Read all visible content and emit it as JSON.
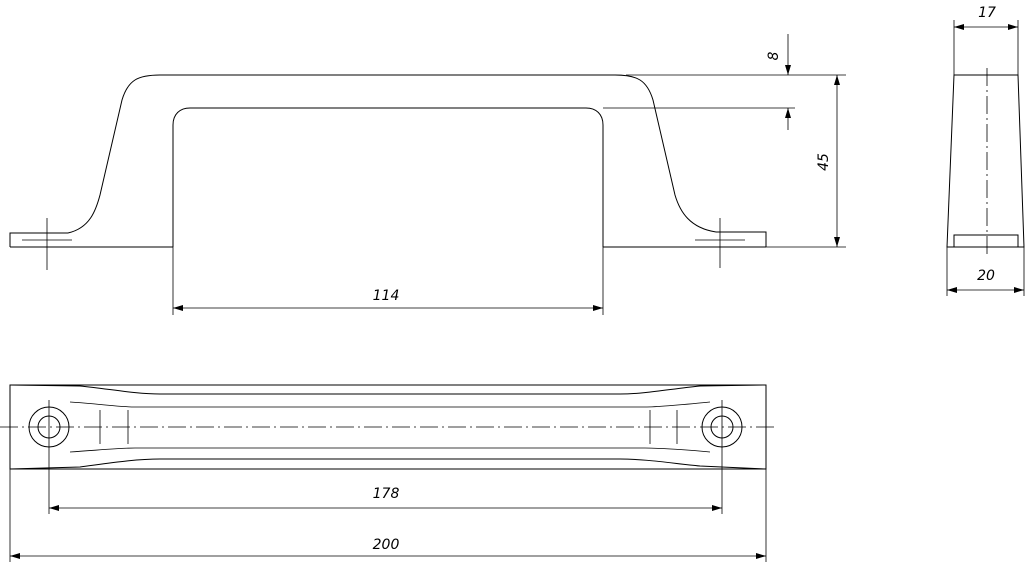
{
  "dimensions": {
    "depth_8": "8",
    "height_45": "45",
    "inner_114": "114",
    "top_width_17": "17",
    "base_width_20": "20",
    "hole_spacing_178": "178",
    "overall_200": "200"
  },
  "colors": {
    "line": "#000000",
    "background": "#ffffff"
  }
}
